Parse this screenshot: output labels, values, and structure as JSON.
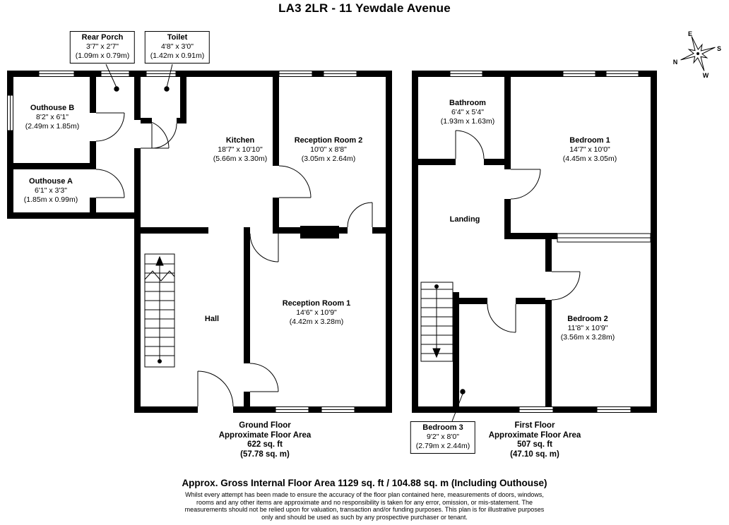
{
  "title": "LA3 2LR - 11 Yewdale Avenue",
  "compass": {
    "north": "N",
    "east": "E",
    "south": "S",
    "west": "W"
  },
  "ground_floor": {
    "callouts": [
      {
        "name": "Rear Porch",
        "imperial": "3'7\" x 2'7\"",
        "metric": "(1.09m x 0.79m)"
      },
      {
        "name": "Toilet",
        "imperial": "4'8\" x 3'0\"",
        "metric": "(1.42m x 0.91m)"
      }
    ],
    "rooms": [
      {
        "name": "Outhouse B",
        "imperial": "8'2\" x 6'1\"",
        "metric": "(2.49m x 1.85m)"
      },
      {
        "name": "Outhouse A",
        "imperial": "6'1\" x 3'3\"",
        "metric": "(1.85m x 0.99m)"
      },
      {
        "name": "Kitchen",
        "imperial": "18'7\" x 10'10\"",
        "metric": "(5.66m x 3.30m)"
      },
      {
        "name": "Reception Room 2",
        "imperial": "10'0\" x 8'8\"",
        "metric": "(3.05m x 2.64m)"
      },
      {
        "name": "Hall",
        "imperial": "",
        "metric": ""
      },
      {
        "name": "Reception Room 1",
        "imperial": "14'6\" x 10'9\"",
        "metric": "(4.42m x 3.28m)"
      }
    ],
    "summary": {
      "floor": "Ground Floor",
      "label": "Approximate Floor Area",
      "area_ft": "622 sq. ft",
      "area_m": "(57.78 sq. m)"
    }
  },
  "first_floor": {
    "rooms": [
      {
        "name": "Bathroom",
        "imperial": "6'4\" x 5'4\"",
        "metric": "(1.93m x 1.63m)"
      },
      {
        "name": "Bedroom 1",
        "imperial": "14'7\" x 10'0\"",
        "metric": "(4.45m x 3.05m)"
      },
      {
        "name": "Landing",
        "imperial": "",
        "metric": ""
      },
      {
        "name": "Bedroom 2",
        "imperial": "11'8\" x 10'9\"",
        "metric": "(3.56m x 3.28m)"
      }
    ],
    "callouts": [
      {
        "name": "Bedroom 3",
        "imperial": "9'2\" x 8'0\"",
        "metric": "(2.79m x 2.44m)"
      }
    ],
    "summary": {
      "floor": "First Floor",
      "label": "Approximate Floor Area",
      "area_ft": "507 sq. ft",
      "area_m": "(47.10 sq. m)"
    }
  },
  "footer": {
    "gross_area": "Approx. Gross Internal Floor Area 1129 sq. ft / 104.88 sq. m (Including Outhouse)",
    "disclaimer": [
      "Whilst every attempt has been made to ensure the accuracy of the floor plan contained here, measurements of doors, windows,",
      "rooms and any other items are approximate and no responsibility is taken for any error, omission, or mis-statement. The",
      "measurements should not be relied upon for valuation, transaction and/or funding purposes. This plan is for illustrative purposes",
      "only and should be used as such by any prospective purchaser or tenant."
    ]
  },
  "colors": {
    "wall": "#000000",
    "background": "#ffffff"
  }
}
